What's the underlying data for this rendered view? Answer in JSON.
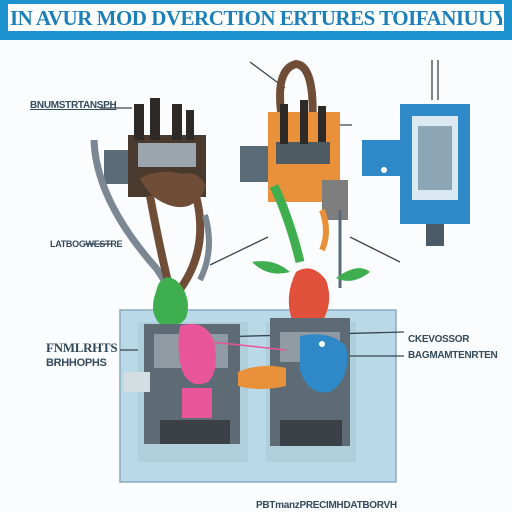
{
  "title": "IN AVUR MOD DVERCTION ERTURES TOIFANIUUY",
  "labels": {
    "top_left": "BNUMSTRTANSPH",
    "mid_left": "LATBOGWESTRE",
    "left_a": "FNMLRHTS",
    "left_b": "BRHHOPHS",
    "right_a": "CKEVOSSOR",
    "right_b": "BAGMAMTENRTEN",
    "bottom": "PBTmanzPRECIMHDATBORVH"
  },
  "colors": {
    "header": "#1c93cf",
    "panel": "#b9d9e8",
    "brown_hose": "#6f4d36",
    "orange_unit": "#e8913a",
    "green": "#3fae4f",
    "red": "#e0503a",
    "pink": "#e9559a",
    "blue_module": "#2f88c7"
  },
  "icons": [
    "valve-assembly-icon",
    "control-module-icon",
    "relay-icon"
  ]
}
